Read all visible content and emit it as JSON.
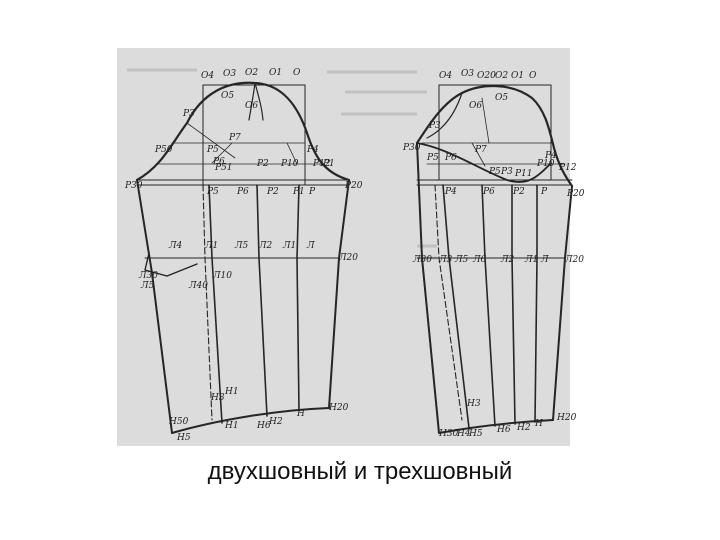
{
  "caption": "двухшовный и трехшовный",
  "left_pattern": {
    "labels": [
      "O4",
      "O3",
      "O2",
      "O1",
      "O",
      "O6",
      "O5",
      "P3",
      "P7",
      "P5",
      "P6",
      "P50",
      "P51",
      "P2",
      "P10",
      "P4",
      "P12",
      "P30",
      "P1",
      "P5",
      "P6",
      "P2",
      "P1",
      "P",
      "P20",
      "Л4",
      "Л1",
      "Л5",
      "Л2",
      "Л1",
      "Л",
      "Л20",
      "Л30",
      "Л5",
      "Л40",
      "Л10",
      "Н1",
      "Н50",
      "Н3",
      "Н5",
      "Н1",
      "Н6",
      "Н2",
      "Н",
      "Н20"
    ]
  },
  "right_pattern": {
    "labels": [
      "O4",
      "O3",
      "O20",
      "O2",
      "O1",
      "O",
      "O6",
      "O5",
      "P3",
      "P30",
      "P5",
      "P6",
      "P7",
      "P4",
      "P5",
      "P3",
      "P11",
      "P10",
      "P12",
      "P4",
      "P6",
      "P2",
      "P",
      "P20",
      "Л30",
      "Л3",
      "Л5",
      "Л6",
      "Л2",
      "Л1",
      "Л",
      "Л20",
      "Н3",
      "Н30",
      "Н4",
      "Н5",
      "Н6",
      "Н2",
      "Н",
      "Н20"
    ]
  }
}
